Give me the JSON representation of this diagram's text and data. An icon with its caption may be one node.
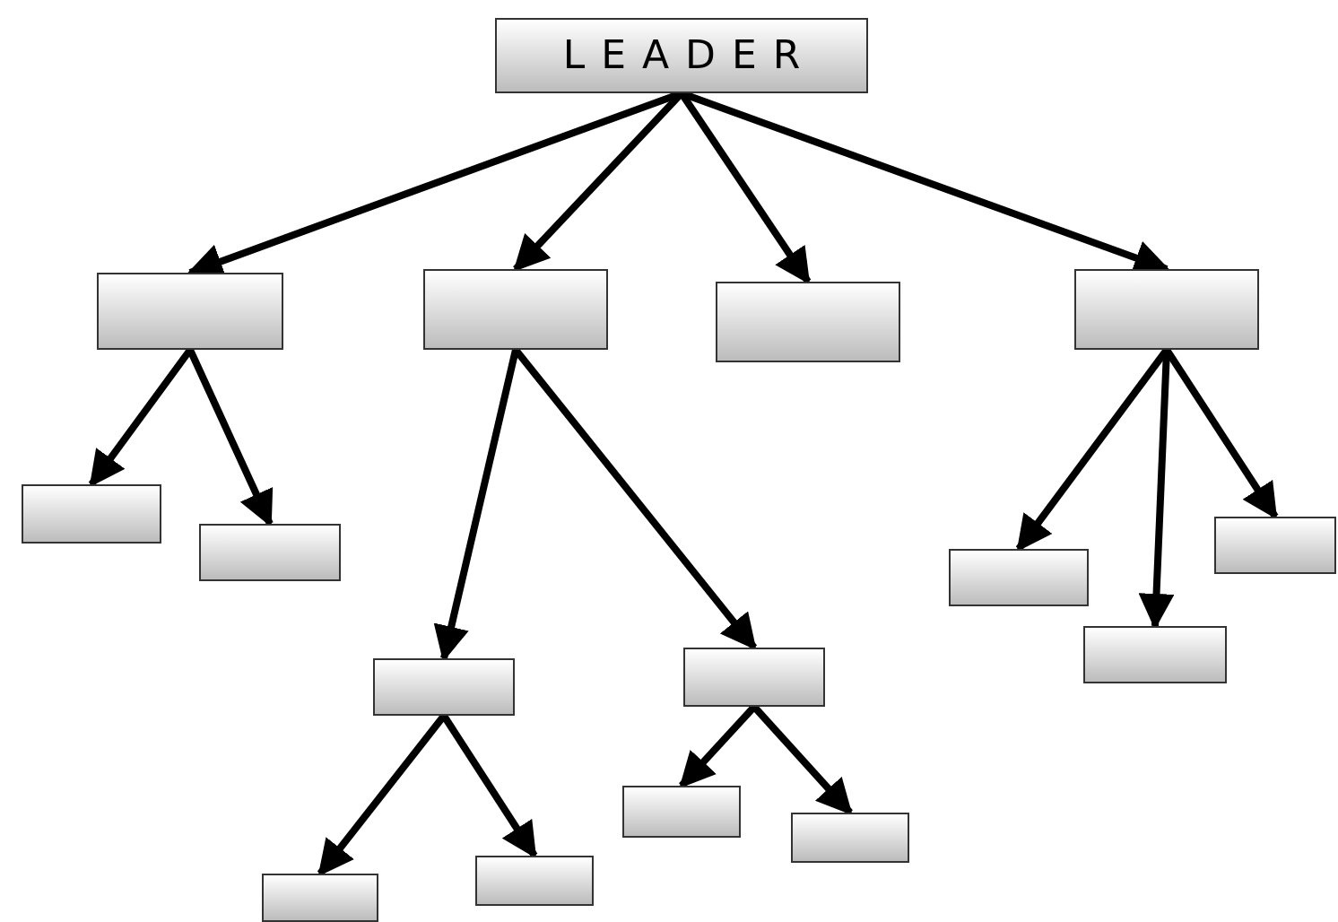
{
  "diagram": {
    "nodes": [
      {
        "text": [
          "LEADER"
        ]
      },
      {
        "text": [],
        "shape": "box"
      },
      {
        "text": [],
        "shape": "box"
      },
      {
        "text": [],
        "shape": "box"
      },
      {
        "text": [],
        "shape": "box"
      },
      {
        "text": [],
        "shape": "box"
      },
      {
        "text": [],
        "shape": "box"
      },
      {
        "text": [],
        "shape": "box"
      },
      {
        "text": [],
        "shape": "box"
      },
      {
        "text": [],
        "shape": "box"
      },
      {
        "text": [],
        "shape": "box"
      },
      {
        "text": [],
        "shape": "box"
      },
      {
        "text": [],
        "shape": "box"
      },
      {
        "text": [],
        "shape": "box"
      },
      {
        "text": [],
        "shape": "box"
      },
      {
        "text": [],
        "shape": "box"
      }
    ],
    "edges": [
      {
        "from": 0,
        "to": 1,
        "arrow": "to"
      },
      {
        "from": 0,
        "to": 2,
        "arrow": "to"
      },
      {
        "from": 0,
        "to": 3,
        "arrow": "to"
      },
      {
        "from": 0,
        "to": 4,
        "arrow": "to"
      },
      {
        "from": 1,
        "to": 5,
        "arrow": "to"
      },
      {
        "from": 1,
        "to": 6,
        "arrow": "to"
      },
      {
        "from": 2,
        "to": 7,
        "arrow": "to"
      },
      {
        "from": 2,
        "to": 8,
        "arrow": "to"
      },
      {
        "from": 4,
        "to": 13,
        "arrow": "to"
      },
      {
        "from": 4,
        "to": 14,
        "arrow": "to"
      },
      {
        "from": 4,
        "to": 15,
        "arrow": "to"
      },
      {
        "from": 7,
        "to": 9,
        "arrow": "to"
      },
      {
        "from": 7,
        "to": 10,
        "arrow": "to"
      },
      {
        "from": 8,
        "to": 11,
        "arrow": "to"
      },
      {
        "from": 8,
        "to": 12,
        "arrow": "to"
      }
    ]
  }
}
